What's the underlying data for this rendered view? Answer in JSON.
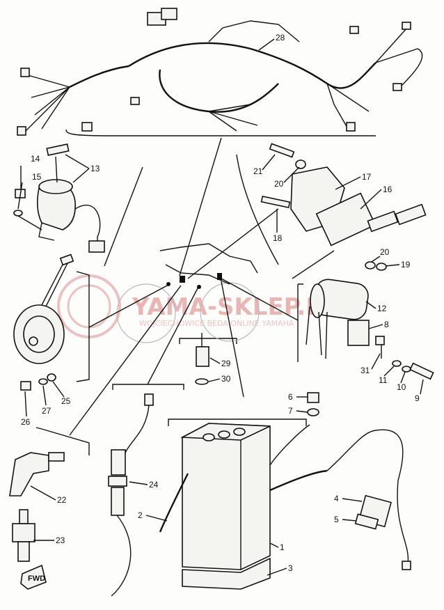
{
  "watermark": {
    "name": "YAMA-SKLEP.PL",
    "tagline": "WOJCIECHOWICE BEDA ONLINE YAMAHA"
  },
  "callouts": [
    {
      "id": "c28",
      "label": "28"
    },
    {
      "id": "c13",
      "label": "13"
    },
    {
      "id": "c14",
      "label": "14"
    },
    {
      "id": "c15",
      "label": "15"
    },
    {
      "id": "c21",
      "label": "21"
    },
    {
      "id": "c20a",
      "label": "20"
    },
    {
      "id": "c17",
      "label": "17"
    },
    {
      "id": "c16",
      "label": "16"
    },
    {
      "id": "c18",
      "label": "18"
    },
    {
      "id": "c20b",
      "label": "20"
    },
    {
      "id": "c19",
      "label": "19"
    },
    {
      "id": "c12",
      "label": "12"
    },
    {
      "id": "c8",
      "label": "8"
    },
    {
      "id": "c31",
      "label": "31"
    },
    {
      "id": "c11",
      "label": "11"
    },
    {
      "id": "c10",
      "label": "10"
    },
    {
      "id": "c9",
      "label": "9"
    },
    {
      "id": "c25",
      "label": "25"
    },
    {
      "id": "c26",
      "label": "26"
    },
    {
      "id": "c27",
      "label": "27"
    },
    {
      "id": "c29",
      "label": "29"
    },
    {
      "id": "c30",
      "label": "30"
    },
    {
      "id": "c6",
      "label": "6"
    },
    {
      "id": "c7",
      "label": "7"
    },
    {
      "id": "c22",
      "label": "22"
    },
    {
      "id": "c24",
      "label": "24"
    },
    {
      "id": "c23",
      "label": "23"
    },
    {
      "id": "c2",
      "label": "2"
    },
    {
      "id": "c1",
      "label": "1"
    },
    {
      "id": "c4",
      "label": "4"
    },
    {
      "id": "c5",
      "label": "5"
    },
    {
      "id": "c3",
      "label": "3"
    }
  ],
  "fwd_arrow": "FWD"
}
